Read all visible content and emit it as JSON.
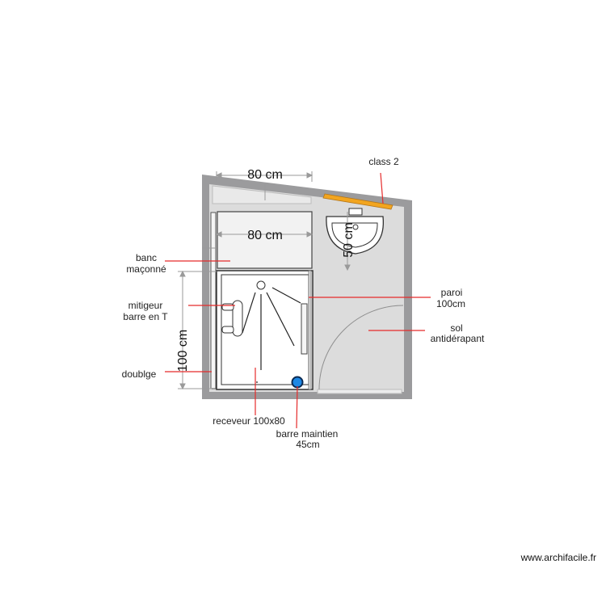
{
  "dimensions": {
    "top_width": "80 cm",
    "bench_width": "80 cm",
    "shower_length": "100 cm",
    "basin_depth": "50 cm"
  },
  "labels": {
    "class2": "class 2",
    "banc_line1": "banc",
    "banc_line2": "maçonné",
    "mitigeur_line1": "mitigeur",
    "mitigeur_line2": "barre en T",
    "doublage": "doublge",
    "receveur": "receveur 100x80",
    "barre_line1": "barre maintien",
    "barre_line2": "45cm",
    "paroi_line1": "paroi",
    "paroi_line2": "100cm",
    "sol_line1": "sol",
    "sol_line2": "antidérapant"
  },
  "watermark": "www.archifacile.fr",
  "colors": {
    "wall": "#9b9b9d",
    "floor": "#dcdcdc",
    "leader": "#e52b2b",
    "class2_strip": "#f2a51f",
    "grab_bar": "#1e88e5",
    "dim_line": "#9a9a9a"
  }
}
